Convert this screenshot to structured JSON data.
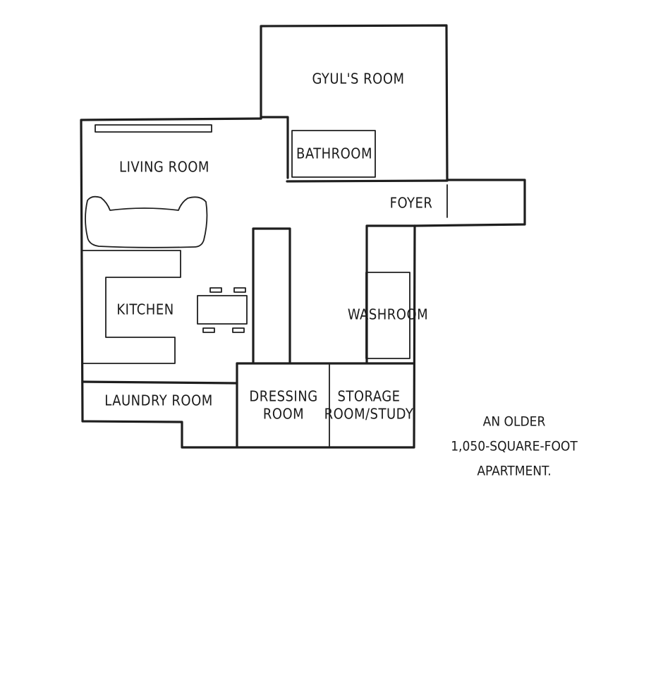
{
  "rooms": {
    "gyuls_room": "GYUL'S ROOM",
    "bathroom": "BATHROOM",
    "living_room": "LIVING ROOM",
    "foyer": "FOYER",
    "kitchen": "KITCHEN",
    "washroom": "WASHROOM",
    "laundry_room": "LAUNDRY ROOM",
    "dressing_room": [
      "DRESSING",
      "ROOM"
    ],
    "storage_room": [
      "STORAGE",
      "ROOM/STUDY"
    ]
  },
  "caption": [
    "AN OLDER",
    "1,050-SQUARE-FOOT",
    "APARTMENT."
  ],
  "colors": {
    "ink": "#1e1e1e",
    "background": "#ffffff"
  }
}
